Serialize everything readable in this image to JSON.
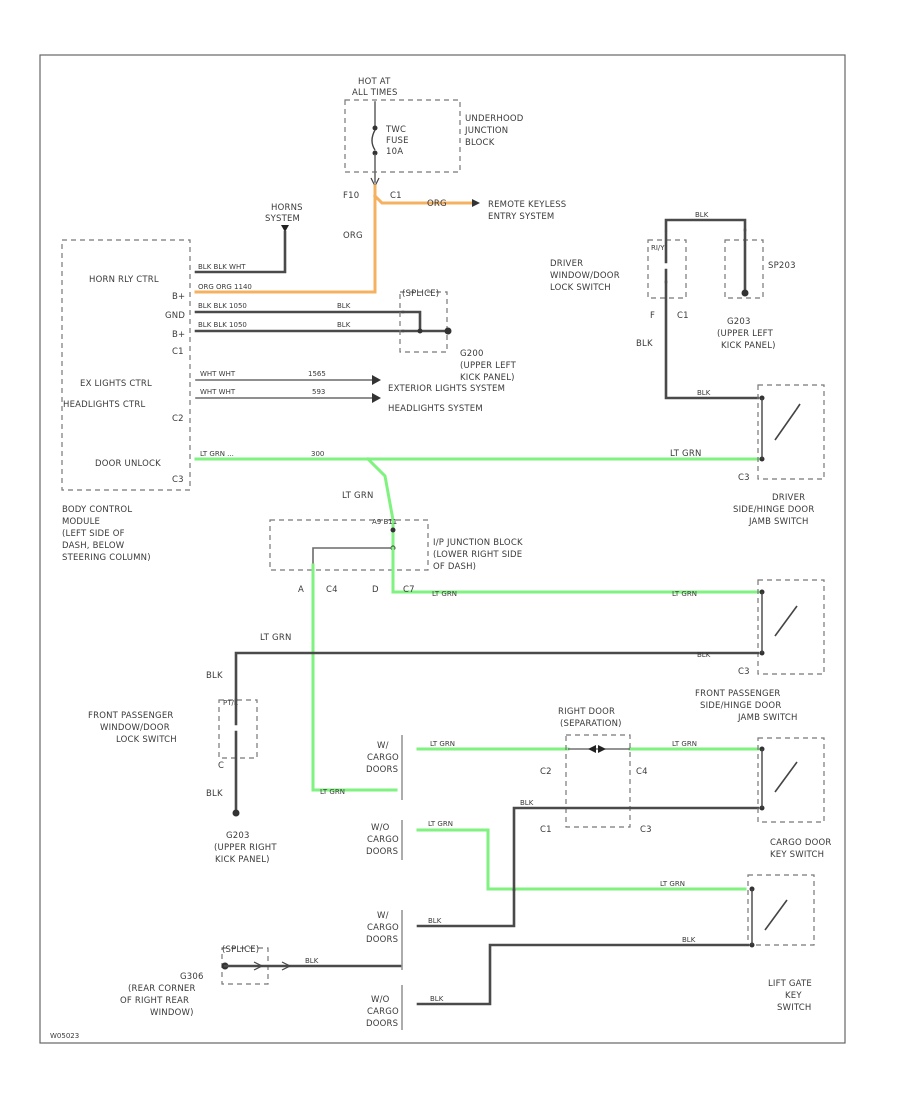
{
  "fuse_box": {
    "hot_label": [
      "HOT AT",
      "ALL TIMES"
    ],
    "fuse_label": [
      "TWC",
      "FUSE",
      "10A"
    ],
    "block_label": [
      "UNDERHOOD",
      "JUNCTION",
      "BLOCK"
    ],
    "pin_top": "F10",
    "pin_c1": "C1"
  },
  "wire_labels": {
    "org_down": "ORG",
    "org_right": "ORG",
    "lt_grn_center": "LT GRN",
    "lt_grn_left": "LT GRN",
    "blk_left_top": "BLK",
    "blk_left_bot": "BLK",
    "blk_driver": "BLK",
    "blk_driver_top": "BLK"
  },
  "systems": {
    "remote_keyless": [
      "REMOTE KEYLESS",
      "ENTRY SYSTEM"
    ],
    "horns": [
      "HORNS",
      "SYSTEM"
    ],
    "exterior_lights": "EXTERIOR LIGHTS SYSTEM",
    "headlights": "HEADLIGHTS SYSTEM"
  },
  "bcm": {
    "rows": {
      "horn": "HORN RLY CTRL",
      "b1": "B+",
      "gnd": "GND",
      "b2": "B+",
      "ex": "EX LIGHTS CTRL",
      "head": "HEADLIGHTS CTRL",
      "door": "DOOR UNLOCK"
    },
    "connectors": {
      "c1": "C1",
      "c2": "C2",
      "c3": "C3"
    },
    "label": [
      "BODY CONTROL",
      "MODULE",
      "(LEFT SIDE OF",
      "DASH, BELOW",
      "STEERING COLUMN)"
    ],
    "wires": {
      "horn": "BLK  BLK  WHT",
      "b1": "ORG  ORG  1140",
      "gnd": "BLK  BLK  1050",
      "b2": "BLK  BLK  1050",
      "ex": "WHT   WHT",
      "head": "WHT   WHT",
      "door": "LT GRN   ..."
    },
    "wire_numbers": {
      "ex": "1565",
      "head": "593",
      "door": "300"
    }
  },
  "g200": {
    "splice": "(SPLICE)",
    "label": [
      "G200",
      "(UPPER LEFT",
      "KICK PANEL)"
    ]
  },
  "g203": {
    "label": [
      "G203",
      "(UPPER LEFT",
      "KICK PANEL)"
    ],
    "tag": "SP203"
  },
  "driver_lock_switch": {
    "label": [
      "DRIVER",
      "WINDOW/DOOR",
      "LOCK SWITCH"
    ],
    "pin_top": "RI/Y",
    "pin_bot": "F",
    "conn": "C1"
  },
  "driver_jamb_switch": {
    "label": [
      "DRIVER",
      "SIDE/HINGE DOOR",
      "JAMB SWITCH"
    ],
    "conn": "C3",
    "wire_top": "BLK",
    "wire_bot": "LT GRN"
  },
  "ip_junction": {
    "label": [
      "I/P JUNCTION BLOCK",
      "(LOWER RIGHT SIDE",
      "OF DASH)"
    ],
    "pin_top": "A9  B11",
    "pin_a": "A",
    "conn_c4": "C4",
    "pin_d": "D",
    "conn_c7": "C7",
    "wire_c7": "LT GRN"
  },
  "passenger_jamb_switch": {
    "label": [
      "FRONT PASSENGER",
      "SIDE/HINGE DOOR",
      "JAMB SWITCH"
    ],
    "conn": "C3",
    "wire_top": "LT GRN",
    "wire_bot": "BLK"
  },
  "passenger_lock_switch": {
    "label": [
      "FRONT PASSENGER",
      "WINDOW/DOOR",
      "LOCK SWITCH"
    ],
    "pin_top": "PT/L",
    "pin_bot": "C"
  },
  "g203_right": {
    "label": [
      "G203",
      "(UPPER RIGHT",
      "KICK PANEL)"
    ]
  },
  "right_door": {
    "label": [
      "RIGHT DOOR",
      "(SEPARATION)"
    ],
    "c2": "C2",
    "c4": "C4",
    "c1": "C1",
    "c3": "C3"
  },
  "cargo": {
    "with1": [
      "W/",
      "CARGO",
      "DOORS"
    ],
    "wo1": [
      "W/O",
      "CARGO",
      "DOORS"
    ],
    "with2": [
      "W/",
      "CARGO",
      "DOORS"
    ],
    "wo2": [
      "W/O",
      "CARGO",
      "DOORS"
    ],
    "wires": {
      "top_left": "LT GRN",
      "top_mid": "LT GRN",
      "lower_left": "LT GRN",
      "lower_right": "LT GRN",
      "cargo_lt": "LT GRN",
      "blk1": "BLK",
      "blk2": "BLK"
    }
  },
  "cargo_key_switch": {
    "label": [
      "CARGO DOOR",
      "KEY SWITCH"
    ]
  },
  "liftgate_switch": {
    "label": [
      "LIFT GATE",
      "KEY",
      "SWITCH"
    ]
  },
  "g306": {
    "label": [
      "G306",
      "(REAR CORNER",
      "OF RIGHT REAR",
      "WINDOW)"
    ],
    "splice": "(SPLICE)"
  },
  "footer": {
    "code": "W05023"
  }
}
